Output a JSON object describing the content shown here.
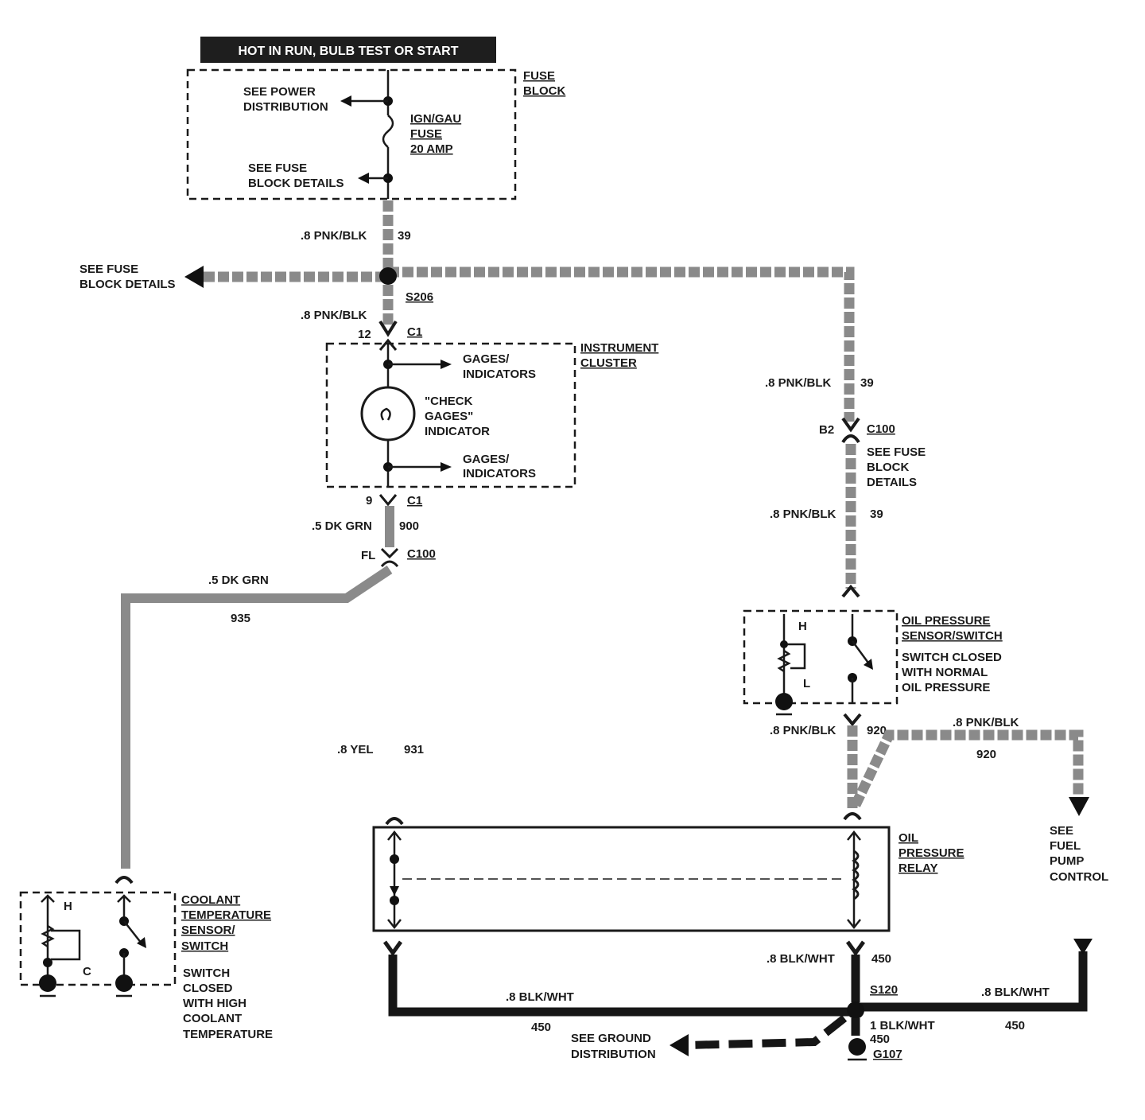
{
  "header": {
    "banner": "HOT IN RUN, BULB TEST OR START"
  },
  "fuse_block": {
    "title": [
      "FUSE",
      "BLOCK"
    ],
    "see_power": [
      "SEE POWER",
      "DISTRIBUTION"
    ],
    "fuse_label": [
      "IGN/GAU",
      "FUSE",
      "20 AMP"
    ],
    "see_fuse": [
      "SEE FUSE",
      "BLOCK DETAILS"
    ]
  },
  "wires": {
    "w1_gauge": ".8 PNK/BLK",
    "w1_num": "39",
    "left_ref": [
      "SEE FUSE",
      "BLOCK DETAILS"
    ],
    "splice_s206": "S206",
    "w2_gauge": ".8 PNK/BLK",
    "c1_top_pin": "12",
    "c1_top": "C1",
    "c1_bottom_pin": "9",
    "c1_bottom": "C1",
    "grn_gauge": ".5 DK GRN",
    "grn_num": "900",
    "c100_fl_pin": "FL",
    "c100_fl": "C100",
    "grn2_gauge": ".5 DK GRN",
    "grn2_num": "935",
    "yel_gauge": ".8 YEL",
    "yel_num": "931",
    "right_gauge": ".8 PNK/BLK",
    "right_num": "39",
    "c100_b2_pin": "B2",
    "c100_b2": "C100",
    "c100_ref": [
      "SEE FUSE",
      "BLOCK",
      "DETAILS"
    ],
    "right2_gauge": ".8 PNK/BLK",
    "right2_num": "39",
    "op_out_gauge": ".8 PNK/BLK",
    "op_out_num": "920",
    "fp_gauge": ".8 PNK/BLK",
    "fp_num": "920",
    "relay_out_gauge": ".8 BLK/WHT",
    "relay_out_num": "450",
    "splice_s120": "S120",
    "left_blk_gauge": ".8 BLK/WHT",
    "left_blk_num": "450",
    "right_blk_gauge": ".8 BLK/WHT",
    "right_blk_num": "450",
    "ground_gauge": "1 BLK/WHT",
    "ground_num": "450",
    "ground_id": "G107",
    "ground_ref": [
      "SEE GROUND",
      "DISTRIBUTION"
    ]
  },
  "cluster": {
    "title": [
      "INSTRUMENT",
      "CLUSTER"
    ],
    "gages_top": [
      "GAGES/",
      "INDICATORS"
    ],
    "indicator": [
      "\"CHECK",
      "GAGES\"",
      "INDICATOR"
    ],
    "gages_bottom": [
      "GAGES/",
      "INDICATORS"
    ]
  },
  "oil_sensor": {
    "title": [
      "OIL PRESSURE",
      "SENSOR/SWITCH"
    ],
    "desc": [
      "SWITCH CLOSED",
      "WITH NORMAL",
      "OIL PRESSURE"
    ],
    "h": "H",
    "l": "L"
  },
  "fuel_pump": {
    "ref": [
      "SEE",
      "FUEL",
      "PUMP",
      "CONTROL"
    ]
  },
  "relay": {
    "title": [
      "OIL",
      "PRESSURE",
      "RELAY"
    ]
  },
  "coolant": {
    "title": [
      "COOLANT",
      "TEMPERATURE",
      "SENSOR/",
      "SWITCH"
    ],
    "desc": [
      "SWITCH",
      "CLOSED",
      "WITH HIGH",
      "COOLANT",
      "TEMPERATURE"
    ],
    "h": "H",
    "c": "C"
  }
}
